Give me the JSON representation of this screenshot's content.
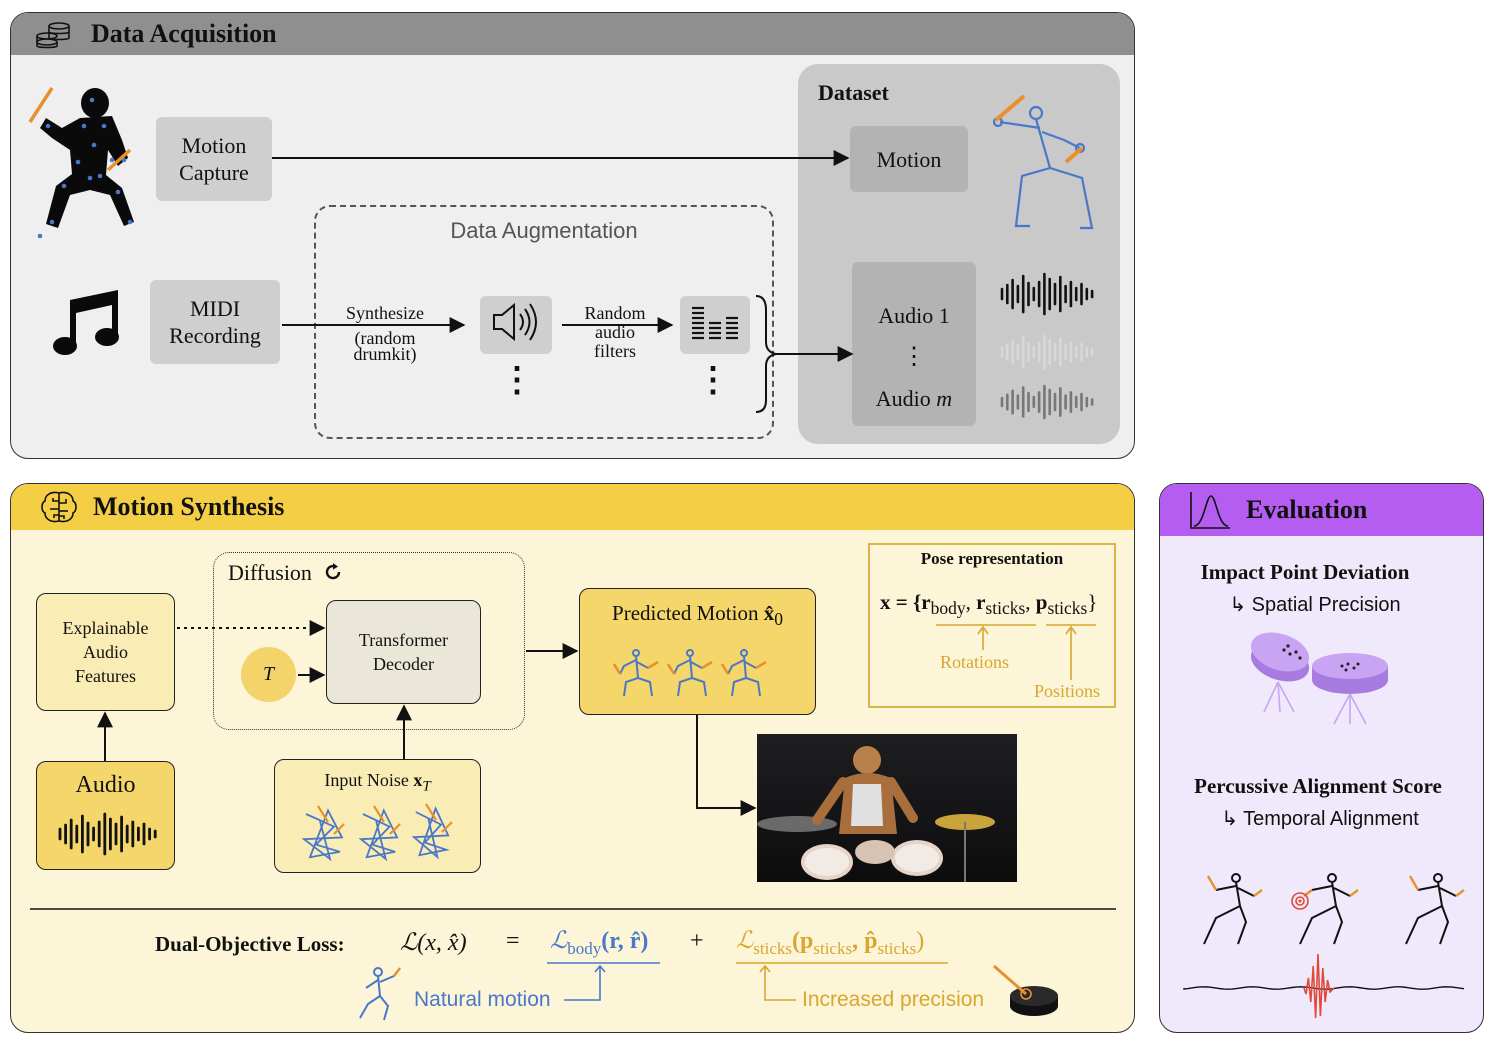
{
  "acquisition": {
    "title": "Data Acquisition",
    "motion_capture": "Motion\nCapture",
    "midi_recording": "MIDI\nRecording",
    "augmentation_title": "Data Augmentation",
    "synthesize": "Synthesize",
    "synthesize_sub": "(random\ndrumkit)",
    "random_filters": "Random\naudio\nfilters",
    "dataset_title": "Dataset",
    "dataset_motion": "Motion",
    "audio_1": "Audio 1",
    "audio_m_prefix": "Audio ",
    "audio_m_var": "m",
    "vdots": "⋮"
  },
  "synthesis": {
    "title": "Motion Synthesis",
    "diffusion": "Diffusion",
    "explainable": "Explainable\nAudio\nFeatures",
    "audio": "Audio",
    "transformer": "Transformer\nDecoder",
    "t_var": "T",
    "input_noise": "Input Noise ",
    "input_noise_var": "x",
    "input_noise_sub": "T",
    "predicted_motion": "Predicted Motion ",
    "predicted_var": "x̂",
    "predicted_sub": "0",
    "pose_title": "Pose representation",
    "pose_eq_lhs": "x = {",
    "pose_r_body": "r",
    "pose_r_body_sub": "body",
    "pose_r_sticks": "r",
    "pose_r_sticks_sub": "sticks",
    "pose_p_sticks": "p",
    "pose_p_sticks_sub": "sticks",
    "pose_close": "}",
    "rotations": "Rotations",
    "positions": "Positions",
    "loss_label": "Dual-Objective Loss:",
    "loss_lhs": "ℒ(x, x̂)",
    "equals": "=",
    "loss_body": "ℒ",
    "loss_body_sub": "body",
    "loss_body_args": "(r, r̂)",
    "plus": "+",
    "loss_sticks": "ℒ",
    "loss_sticks_sub": "sticks",
    "loss_sticks_args_open": "(p",
    "loss_sticks_args_sub1": "sticks",
    "loss_sticks_args_mid": ", p̂",
    "loss_sticks_args_sub2": "sticks",
    "loss_sticks_args_close": ")",
    "natural_motion": "Natural motion",
    "increased_precision": "Increased precision"
  },
  "evaluation": {
    "title": "Evaluation",
    "ipd_title": "Impact Point Deviation",
    "ipd_sub": "↳ Spatial Precision",
    "pas_title": "Percussive Alignment Score",
    "pas_sub": "↳ Temporal Alignment"
  },
  "colors": {
    "blue": "#4a78c8",
    "orange": "#e8912c",
    "gold": "#d9a62e",
    "acq_header": "#8f8f8f",
    "acq_bg": "#efefef",
    "syn_header": "#f4cf45",
    "syn_bg": "#fcf5d8",
    "eval_header": "#b45df0",
    "eval_bg": "#f0e9fb",
    "purple_drum": "#b689ec"
  }
}
